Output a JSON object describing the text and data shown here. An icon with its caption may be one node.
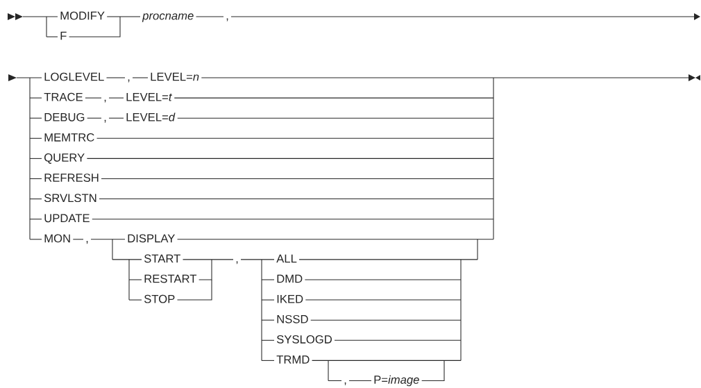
{
  "diagram": {
    "labels": [
      "MODIFY",
      "procname",
      ",",
      "F",
      "LOGLEVEL",
      ",",
      "LEVEL=*n*",
      "TRACE",
      ",",
      "LEVEL=*t*",
      "DEBUG",
      ",",
      "LEVEL=*d*",
      "MEMTRC",
      "QUERY",
      "REFRESH",
      "SRVLSTN",
      "UPDATE",
      "MON",
      ",",
      "DISPLAY",
      "START",
      ",",
      "ALL",
      "RESTART",
      "DMD",
      "STOP",
      "IKED",
      "NSSD",
      "SYSLOGD",
      "TRMD",
      ",",
      "P=*image*"
    ]
  }
}
